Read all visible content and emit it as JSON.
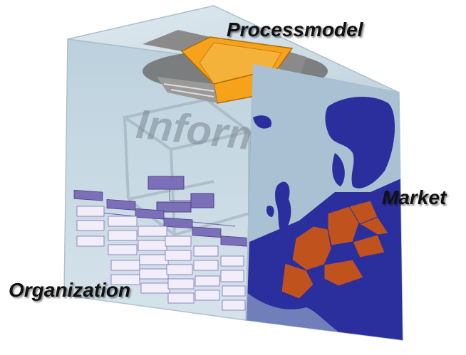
{
  "labels": {
    "processmodel": "Processmodel",
    "market": "Market",
    "organization": "Organization",
    "information": "Information"
  },
  "colors": {
    "cube_glass": "#b9cfdc",
    "process_orange": "#f7a21b",
    "process_gray": "#8a8a8a",
    "map_blue": "#2b2f9e",
    "map_highlight": "#c0521e",
    "org_box_dark": "#7b6fb8",
    "org_box_light": "#f1eef9"
  },
  "icons": [
    "process-model-icon",
    "europe-map-icon",
    "org-chart-icon"
  ]
}
